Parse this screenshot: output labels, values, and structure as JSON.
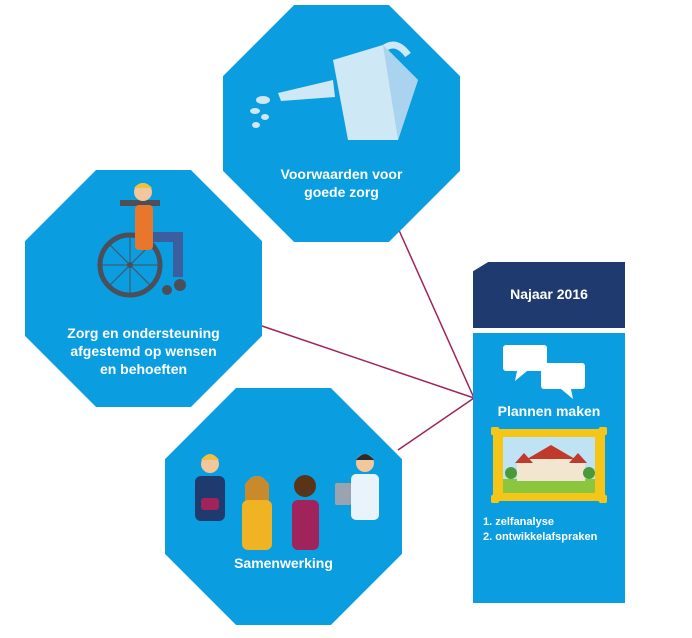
{
  "octagons": [
    {
      "label": "Voorwaarden voor\ngoede zorg",
      "icon": "watering-can-icon"
    },
    {
      "label": "Zorg en ondersteuning\nafgestemd op wensen\nen behoeften",
      "icon": "wheelchair-person-icon"
    },
    {
      "label": "Samenwerking",
      "icon": "group-of-people-icon"
    }
  ],
  "panel": {
    "header": "Najaar 2016",
    "title": "Plannen maken",
    "steps": [
      "1. zelfanalyse",
      "2. ontwikkelafspraken"
    ],
    "icons": [
      "speech-bubbles-icon",
      "framed-painting-icon"
    ]
  },
  "colors": {
    "octagon": "#0a9de0",
    "header": "#1f3a6e",
    "connector": "#a0245b",
    "frame": "#f5c518"
  }
}
